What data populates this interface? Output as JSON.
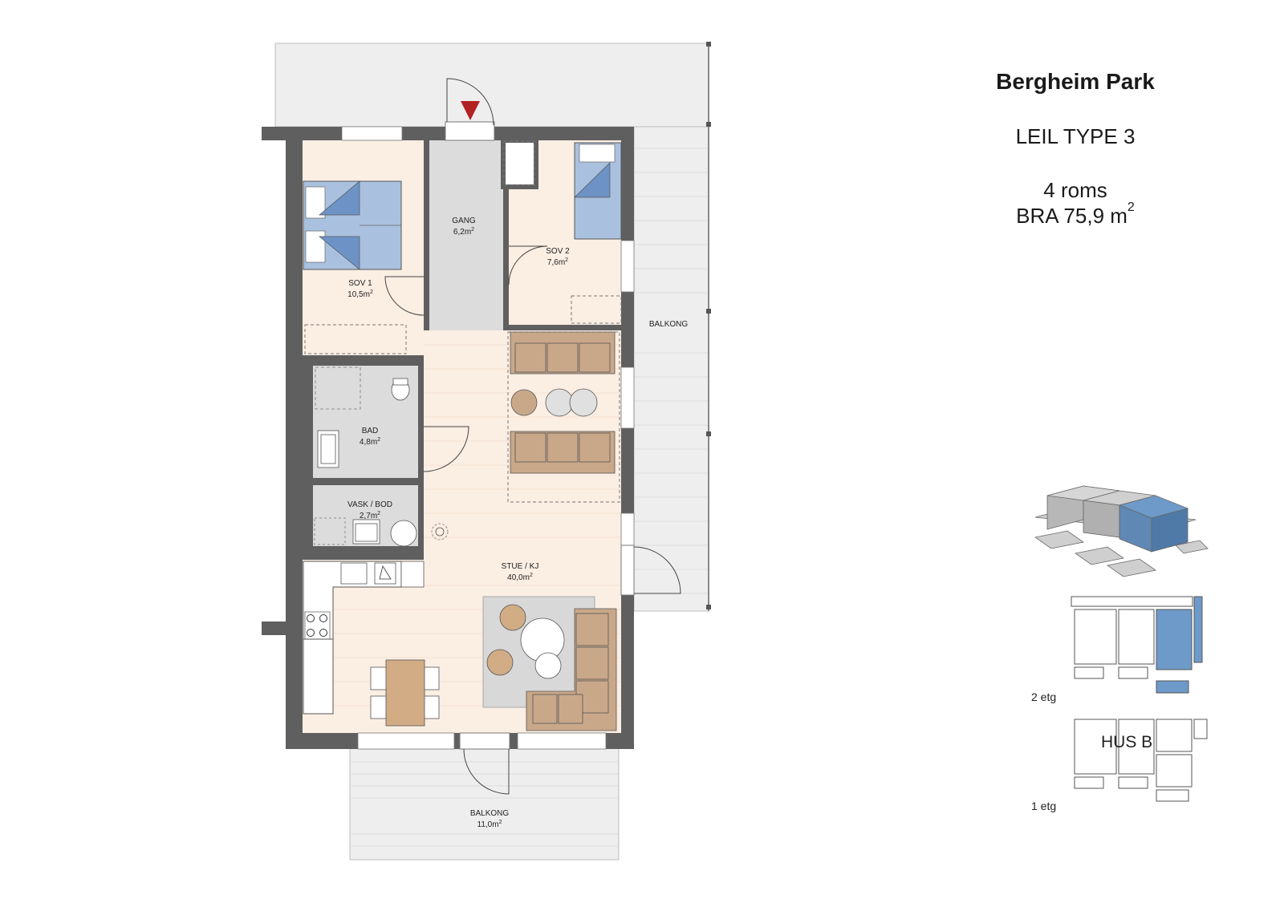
{
  "project": {
    "name": "Bergheim Park",
    "unit_type": "LEIL TYPE 3",
    "rooms": "4 roms",
    "area_prefix": "BRA 75,9 m",
    "area_sup": "2"
  },
  "rooms": {
    "sov1": {
      "name": "SOV 1",
      "area": "10,5m",
      "sup": "2"
    },
    "gang": {
      "name": "GANG",
      "area": "6,2m",
      "sup": "2"
    },
    "sov2": {
      "name": "SOV 2",
      "area": "7,6m",
      "sup": "2"
    },
    "balkong_side": {
      "name": "BALKONG"
    },
    "bad": {
      "name": "BAD",
      "area": "4,8m",
      "sup": "2"
    },
    "vask": {
      "name": "VASK / BOD",
      "area": "2,7m",
      "sup": "2"
    },
    "stue": {
      "name": "STUE / KJ",
      "area": "40,0m",
      "sup": "2"
    },
    "balkong_bottom": {
      "name": "BALKONG",
      "area": "11,0m",
      "sup": "2"
    }
  },
  "key_plan": {
    "floor_2": "2 etg",
    "floor_1": "1 etg",
    "house": "HUS B"
  },
  "colors": {
    "wall": "#5f5f5f",
    "floor_wood": "#fbeee3",
    "floor_tile": "#dcdcdc",
    "balcony": "#eeeeee",
    "bed_blue": "#a9c1de",
    "pillow_blue": "#6d93c6",
    "sofa": "#c9a88a",
    "table": "#d1ac84",
    "rug": "#d8d8d8",
    "entry_arrow": "#b22222",
    "highlight": "#6e9ac9"
  }
}
